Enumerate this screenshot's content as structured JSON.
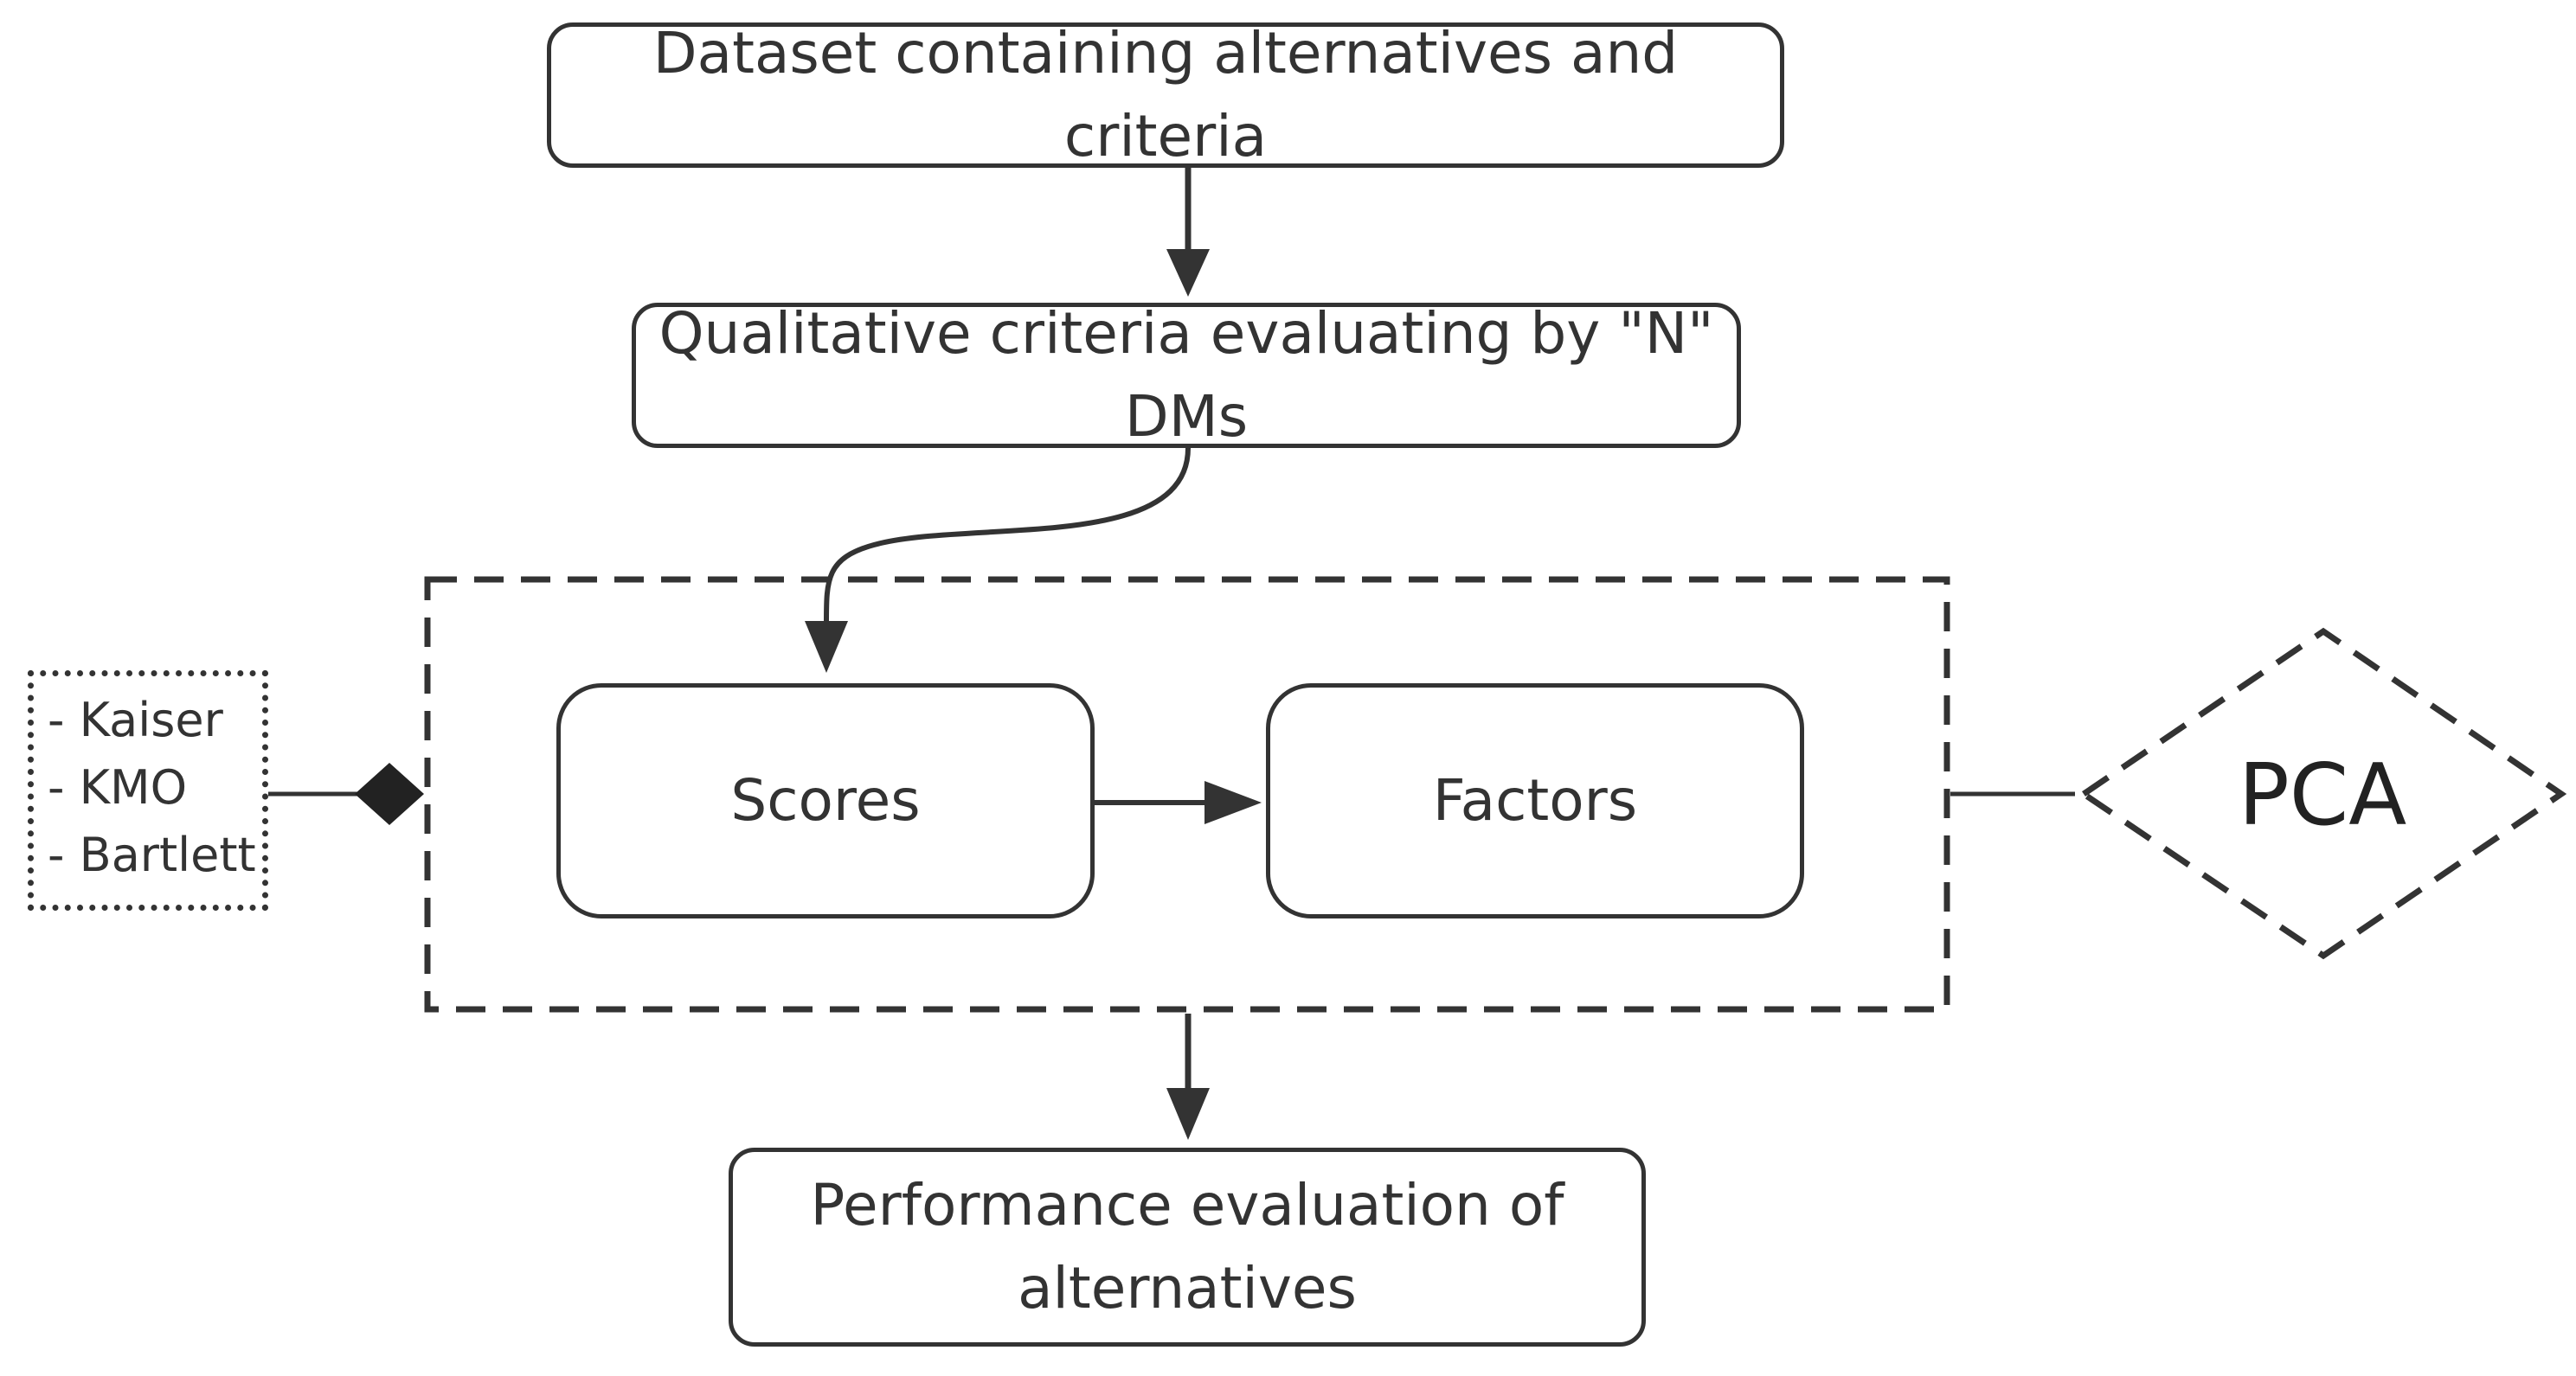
{
  "nodes": {
    "dataset": "Dataset containing alternatives and criteria",
    "qualitative": "Qualitative criteria evaluating by \"N\" DMs",
    "scores": "Scores",
    "factors": "Factors",
    "performance_line1": "Performance evaluation of",
    "performance_line2": "alternatives"
  },
  "tests": [
    "- Kaiser",
    "- KMO",
    "- Bartlett"
  ],
  "method": "PCA",
  "colors": {
    "stroke": "#333333",
    "text": "#333333",
    "background": "#ffffff"
  }
}
